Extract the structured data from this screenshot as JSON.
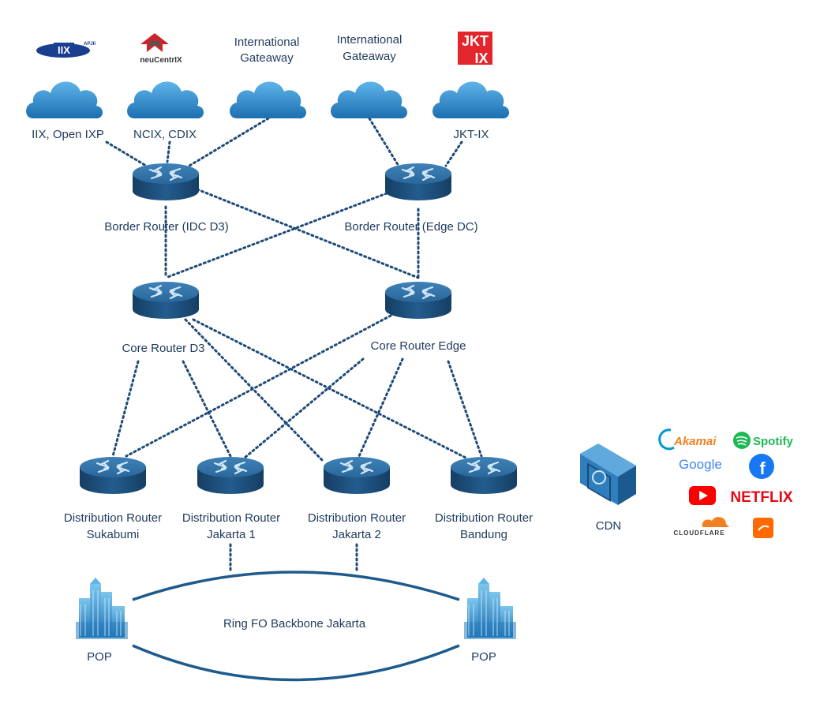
{
  "logos": {
    "iix": "IIX",
    "iix_sub": "APJII",
    "neucentrix": "neuCentrIX",
    "jktix": "JKT IX"
  },
  "clouds": [
    {
      "top": "",
      "bottom": "IIX, Open IXP"
    },
    {
      "top": "",
      "bottom": "NCIX, CDIX"
    },
    {
      "top_1": "International",
      "top_2": "Gateaway",
      "bottom": ""
    },
    {
      "top_1": "International",
      "top_2": "Gateaway",
      "bottom": ""
    },
    {
      "top": "",
      "bottom": "JKT-IX"
    }
  ],
  "routers": {
    "border_d3": "Border Router (IDC D3)",
    "border_edge": "Border Router (Edge DC)",
    "core_d3": "Core Router D3",
    "core_edge": "Core Router Edge",
    "dist_sukabumi_1": "Distribution Router",
    "dist_sukabumi_2": "Sukabumi",
    "dist_jkt1_1": "Distribution Router",
    "dist_jkt1_2": "Jakarta 1",
    "dist_jkt2_1": "Distribution Router",
    "dist_jkt2_2": "Jakarta 2",
    "dist_bandung_1": "Distribution Router",
    "dist_bandung_2": "Bandung"
  },
  "ring": "Ring FO Backbone Jakarta",
  "pop_left": "POP",
  "pop_right": "POP",
  "cdn": "CDN",
  "cdn_providers": {
    "akamai": "Akamai",
    "spotify": "Spotify",
    "google": "Google",
    "facebook": "f",
    "youtube": "▶",
    "netflix": "NETFLIX",
    "cloudflare": "CLOUDFLARE"
  },
  "colors": {
    "router_top": "#2f6fa3",
    "router_body": "#1b4f7c",
    "cloud": "#2c8bd0",
    "link": "#1d4a78",
    "netflix": "#e50914",
    "youtube": "#ff0000",
    "facebook": "#1877f2",
    "spotify": "#1db954",
    "akamai": "#0099cc",
    "cloudflare": "#f38020",
    "alibaba": "#ff6a00",
    "jktix": "#e3262c"
  }
}
